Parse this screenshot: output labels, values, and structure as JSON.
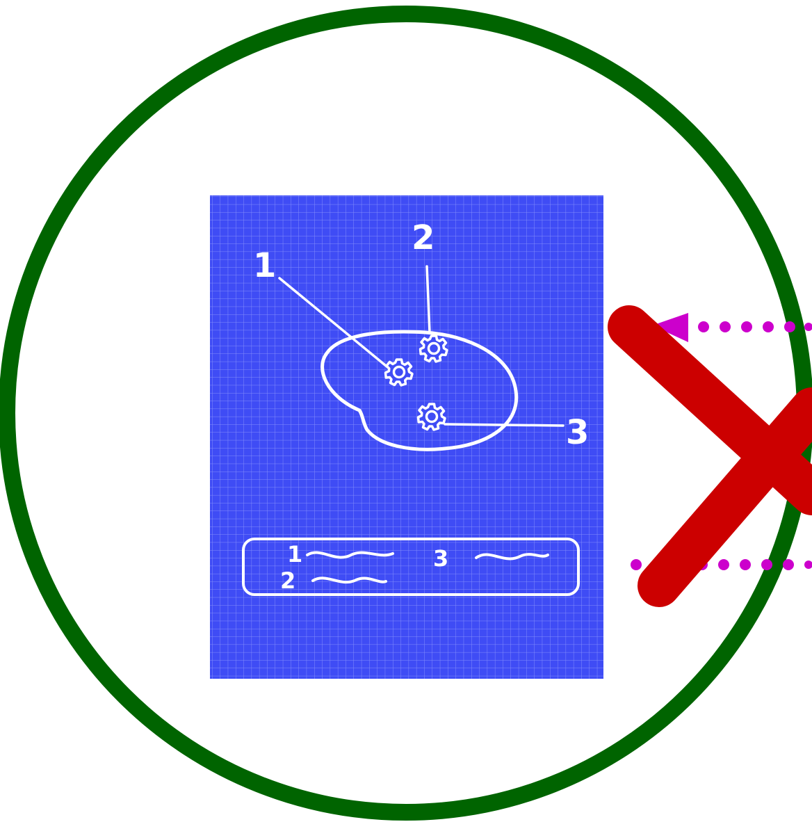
{
  "colors": {
    "background": "#ffffff",
    "ring": "#006400",
    "blueprint": "#3f4cf5",
    "grid": "#9aa4ff",
    "sketch": "#ffffff",
    "cross": "#cc0000",
    "arrow": "#cc00cc"
  },
  "icons": {
    "brain": "brain-outline-icon",
    "gears": "gear-icon",
    "cross": "red-x-icon",
    "arrow": "dotted-arrow-icon"
  },
  "callouts": {
    "one": "1",
    "two": "2",
    "three": "3"
  },
  "legend": {
    "one": "1",
    "two": "2",
    "three": "3"
  }
}
